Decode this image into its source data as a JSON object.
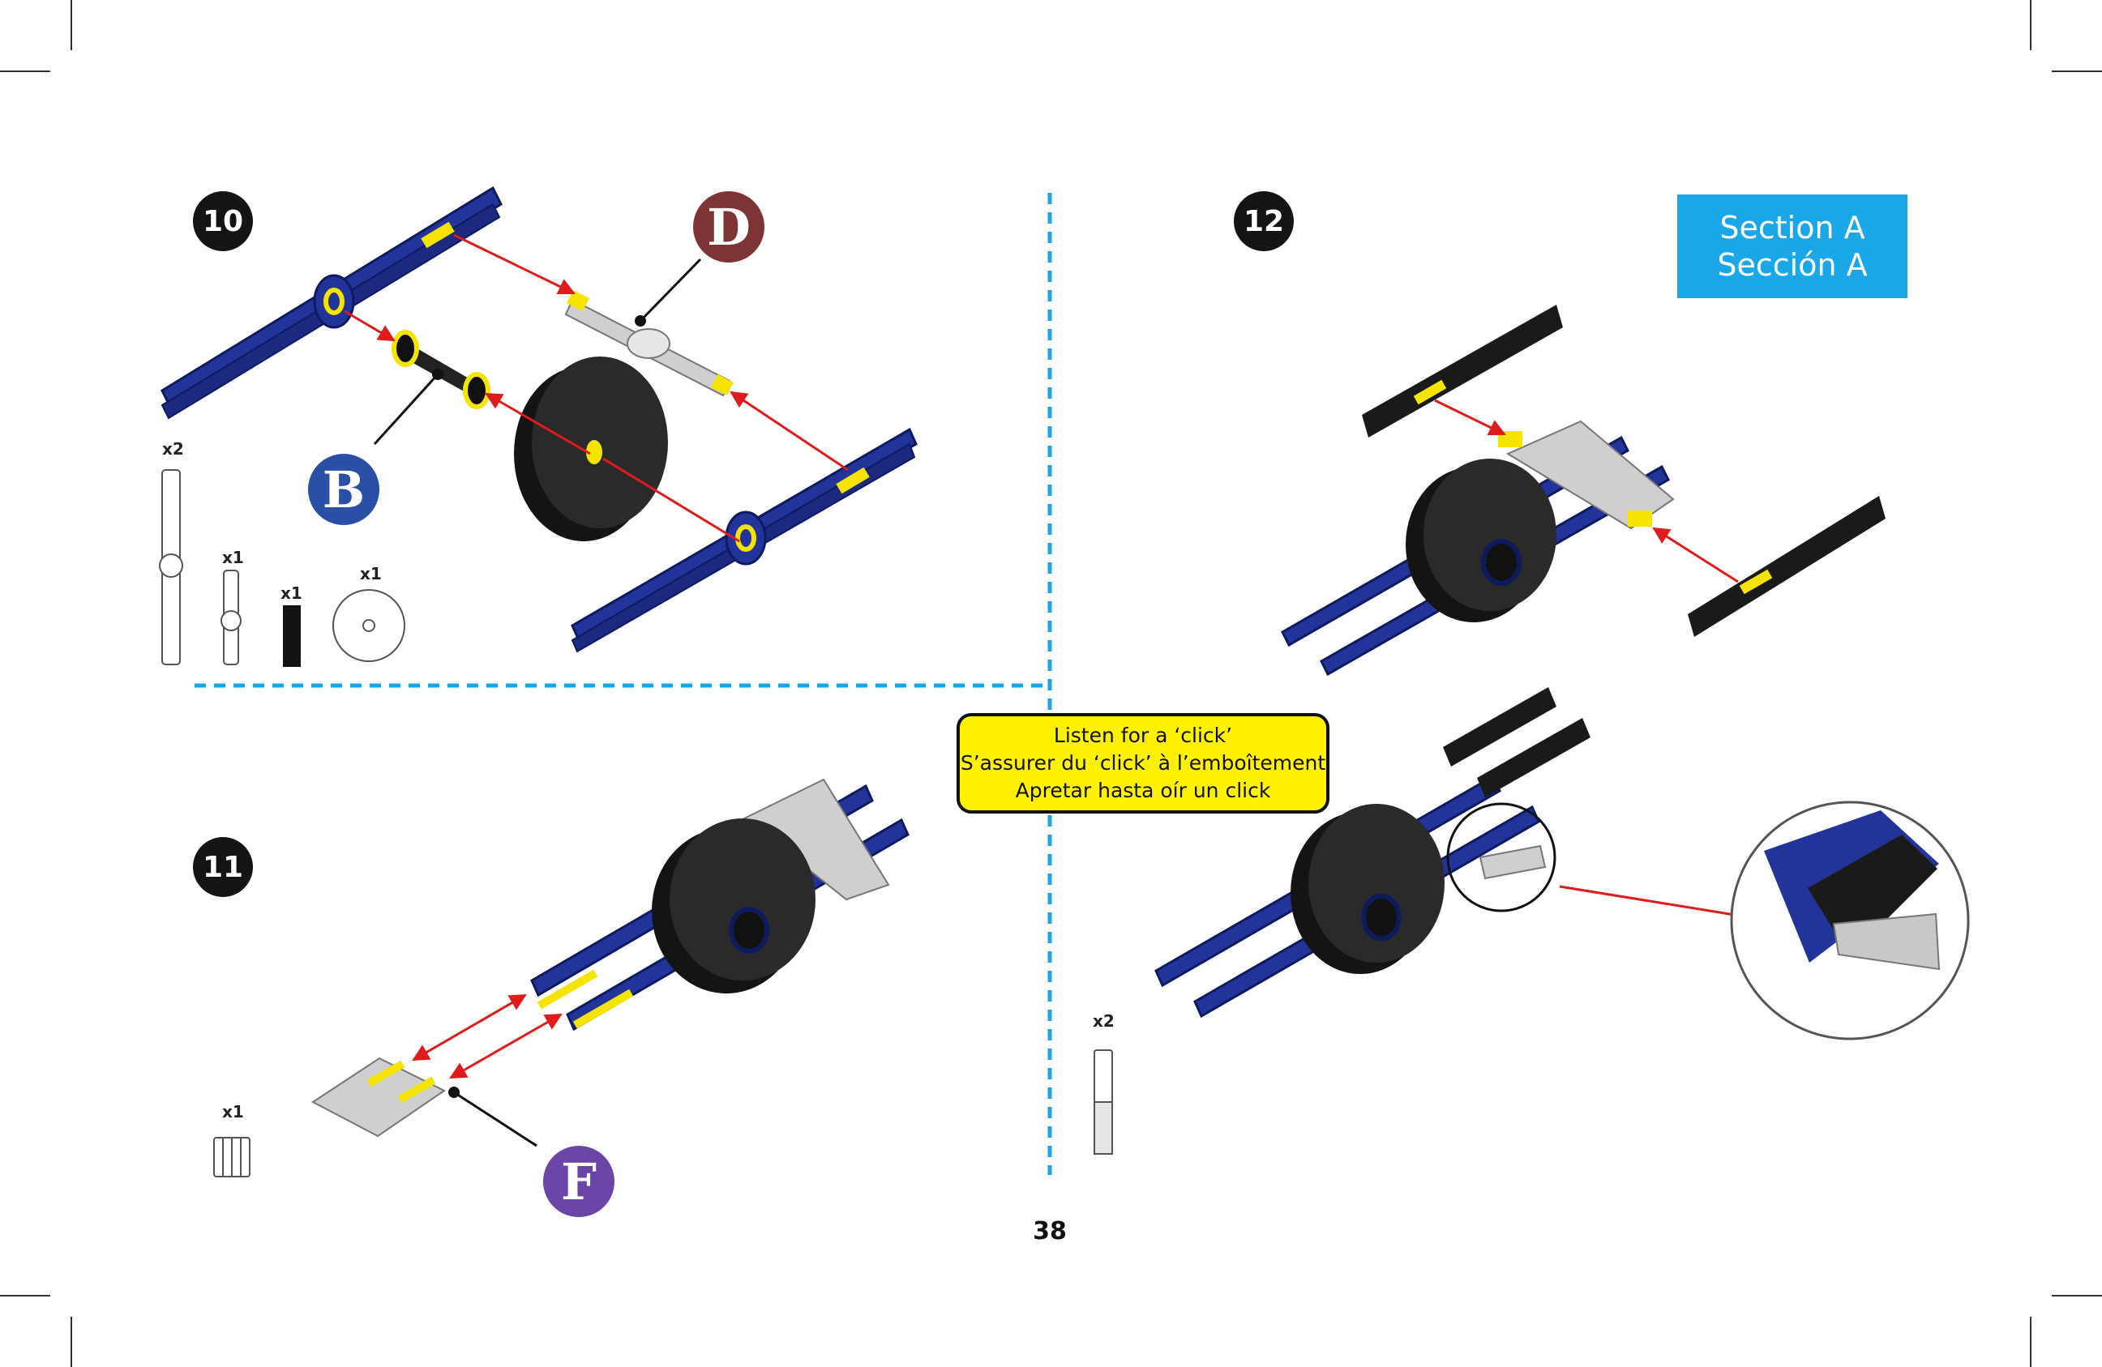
{
  "steps": [
    {
      "number": "10"
    },
    {
      "number": "11"
    },
    {
      "number": "12"
    }
  ],
  "section": {
    "line1": "Section A",
    "line2": "Sección A",
    "color": "#1aa7e8"
  },
  "click_notice": {
    "line1": "Listen for a ‘click’",
    "line2": "S’assurer du ‘click’ à l’emboîtement",
    "line3": "Apretar hasta oír un click",
    "color": "#fff200"
  },
  "part_letters": {
    "B": {
      "letter": "B",
      "color": "#2c4fa6"
    },
    "D": {
      "letter": "D",
      "color": "#7e3434"
    },
    "F": {
      "letter": "F",
      "color": "#6a45a6"
    }
  },
  "quantities": {
    "step10_long_rod": "x2",
    "step10_short_rod": "x1",
    "step10_axle": "x1",
    "step10_wheel": "x1",
    "step11_connector": "x1",
    "step12_connector": "x2"
  },
  "page_number": "38",
  "colors": {
    "rod_blue": "#22349a",
    "highlight_yellow": "#f5e300",
    "arrow_red": "#e01b1b",
    "divider_blue": "#1aa7e8",
    "wheel_black": "#1c1c1c",
    "grey_part": "#c8c8c8"
  }
}
